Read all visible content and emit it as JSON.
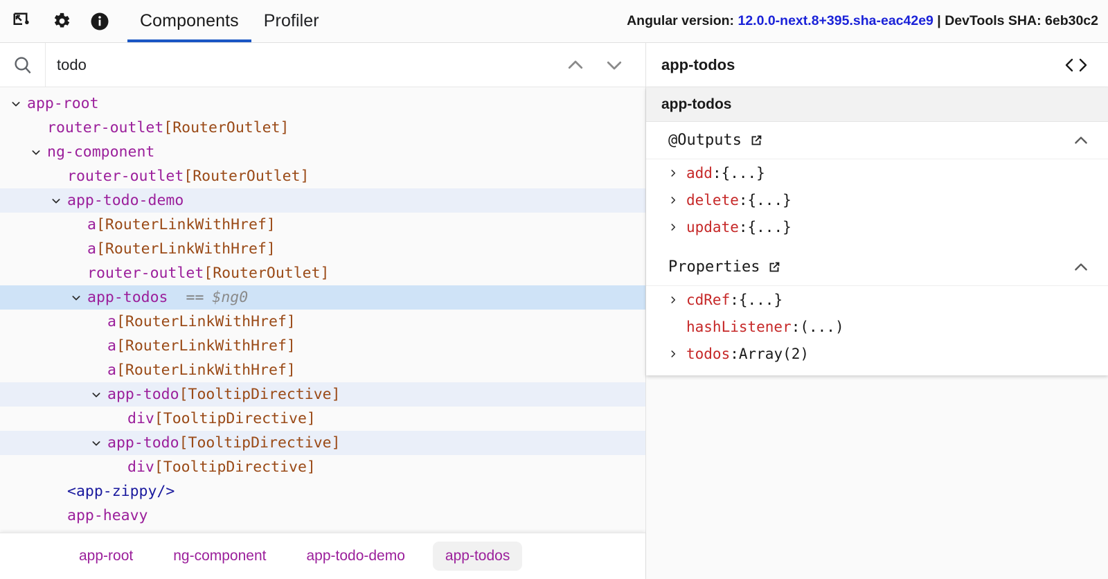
{
  "toolbar": {
    "icons": [
      {
        "name": "inspect-element-icon",
        "label": "Inspect element"
      },
      {
        "name": "settings-gear-icon",
        "label": "Settings"
      },
      {
        "name": "info-icon",
        "label": "About"
      }
    ],
    "tabs": [
      {
        "label": "Components",
        "active": true
      },
      {
        "label": "Profiler",
        "active": false
      }
    ],
    "version_prefix": "Angular version: ",
    "version_value": "12.0.0-next.8+395.sha-eac42e9",
    "version_separator": " | ",
    "devtools_sha_label": "DevTools SHA: 6eb30c2",
    "link_color": "#1a22d8",
    "tab_underline_color": "#1a56c4"
  },
  "search": {
    "value": "todo",
    "placeholder": "Search",
    "icon": "search-icon",
    "prev_label": "Previous match",
    "next_label": "Next match"
  },
  "tree": {
    "rows": [
      {
        "indent": 0,
        "chevron": "down",
        "name": "app-root",
        "kind": "component",
        "state": "normal"
      },
      {
        "indent": 1,
        "chevron": "none",
        "name": "router-outlet",
        "dir": "[RouterOutlet]",
        "kind": "directive",
        "state": "normal"
      },
      {
        "indent": 1,
        "chevron": "down",
        "name": "ng-component",
        "kind": "component",
        "state": "normal"
      },
      {
        "indent": 2,
        "chevron": "none",
        "name": "router-outlet",
        "dir": "[RouterOutlet]",
        "kind": "directive",
        "state": "normal"
      },
      {
        "indent": 2,
        "chevron": "down",
        "name": "app-todo-demo",
        "kind": "component",
        "state": "match"
      },
      {
        "indent": 3,
        "chevron": "none",
        "name": "a",
        "dir": "[RouterLinkWithHref]",
        "kind": "directive",
        "state": "normal"
      },
      {
        "indent": 3,
        "chevron": "none",
        "name": "a",
        "dir": "[RouterLinkWithHref]",
        "kind": "directive",
        "state": "normal"
      },
      {
        "indent": 3,
        "chevron": "none",
        "name": "router-outlet",
        "dir": "[RouterOutlet]",
        "kind": "directive",
        "state": "normal"
      },
      {
        "indent": 3,
        "chevron": "down",
        "name": "app-todos",
        "kind": "component",
        "state": "selected",
        "eq": "==",
        "var": "$ng0"
      },
      {
        "indent": 4,
        "chevron": "none",
        "name": "a",
        "dir": "[RouterLinkWithHref]",
        "kind": "directive",
        "state": "normal"
      },
      {
        "indent": 4,
        "chevron": "none",
        "name": "a",
        "dir": "[RouterLinkWithHref]",
        "kind": "directive",
        "state": "normal"
      },
      {
        "indent": 4,
        "chevron": "none",
        "name": "a",
        "dir": "[RouterLinkWithHref]",
        "kind": "directive",
        "state": "normal"
      },
      {
        "indent": 4,
        "chevron": "down",
        "name": "app-todo",
        "dir": "[TooltipDirective]",
        "kind": "component",
        "state": "match"
      },
      {
        "indent": 5,
        "chevron": "none",
        "name": "div",
        "dir": "[TooltipDirective]",
        "kind": "directive",
        "state": "normal"
      },
      {
        "indent": 4,
        "chevron": "down",
        "name": "app-todo",
        "dir": "[TooltipDirective]",
        "kind": "component",
        "state": "match"
      },
      {
        "indent": 5,
        "chevron": "none",
        "name": "div",
        "dir": "[TooltipDirective]",
        "kind": "directive",
        "state": "normal"
      },
      {
        "indent": 2,
        "chevron": "none",
        "name": "<app-zippy/>",
        "kind": "ngcontent",
        "state": "normal"
      },
      {
        "indent": 2,
        "chevron": "none",
        "name": "app-heavy",
        "kind": "component",
        "state": "normal"
      }
    ],
    "match_bg": "#eaeff9",
    "selected_bg": "#cfe3f7",
    "component_color": "#9b1f9b",
    "directive_color": "#9a4a17",
    "ngcontent_color": "#1a1a9e"
  },
  "breadcrumb": {
    "items": [
      {
        "label": "app-root",
        "active": false
      },
      {
        "label": "ng-component",
        "active": false
      },
      {
        "label": "app-todo-demo",
        "active": false
      },
      {
        "label": "app-todos",
        "active": true
      }
    ]
  },
  "details": {
    "header_title": "app-todos",
    "code_icon": "code-brackets-icon",
    "subheader_title": "app-todos",
    "sections": [
      {
        "title": "@Outputs",
        "ext_icon": "external-link-icon",
        "collapse_icon": "chevron-up-icon",
        "props": [
          {
            "chevron": "right",
            "key": "add",
            "colon": " : ",
            "value": "{...}"
          },
          {
            "chevron": "right",
            "key": "delete",
            "colon": " : ",
            "value": "{...}"
          },
          {
            "chevron": "right",
            "key": "update",
            "colon": " : ",
            "value": "{...}"
          }
        ]
      },
      {
        "title": "Properties",
        "ext_icon": "external-link-icon",
        "collapse_icon": "chevron-up-icon",
        "props": [
          {
            "chevron": "right",
            "key": "cdRef",
            "colon": " : ",
            "value": "{...}"
          },
          {
            "chevron": "none",
            "key": "hashListener",
            "colon": ": ",
            "value": "(...)"
          },
          {
            "chevron": "right",
            "key": "todos",
            "colon": " : ",
            "value": "Array(2)"
          }
        ]
      }
    ],
    "key_color": "#c62828"
  }
}
